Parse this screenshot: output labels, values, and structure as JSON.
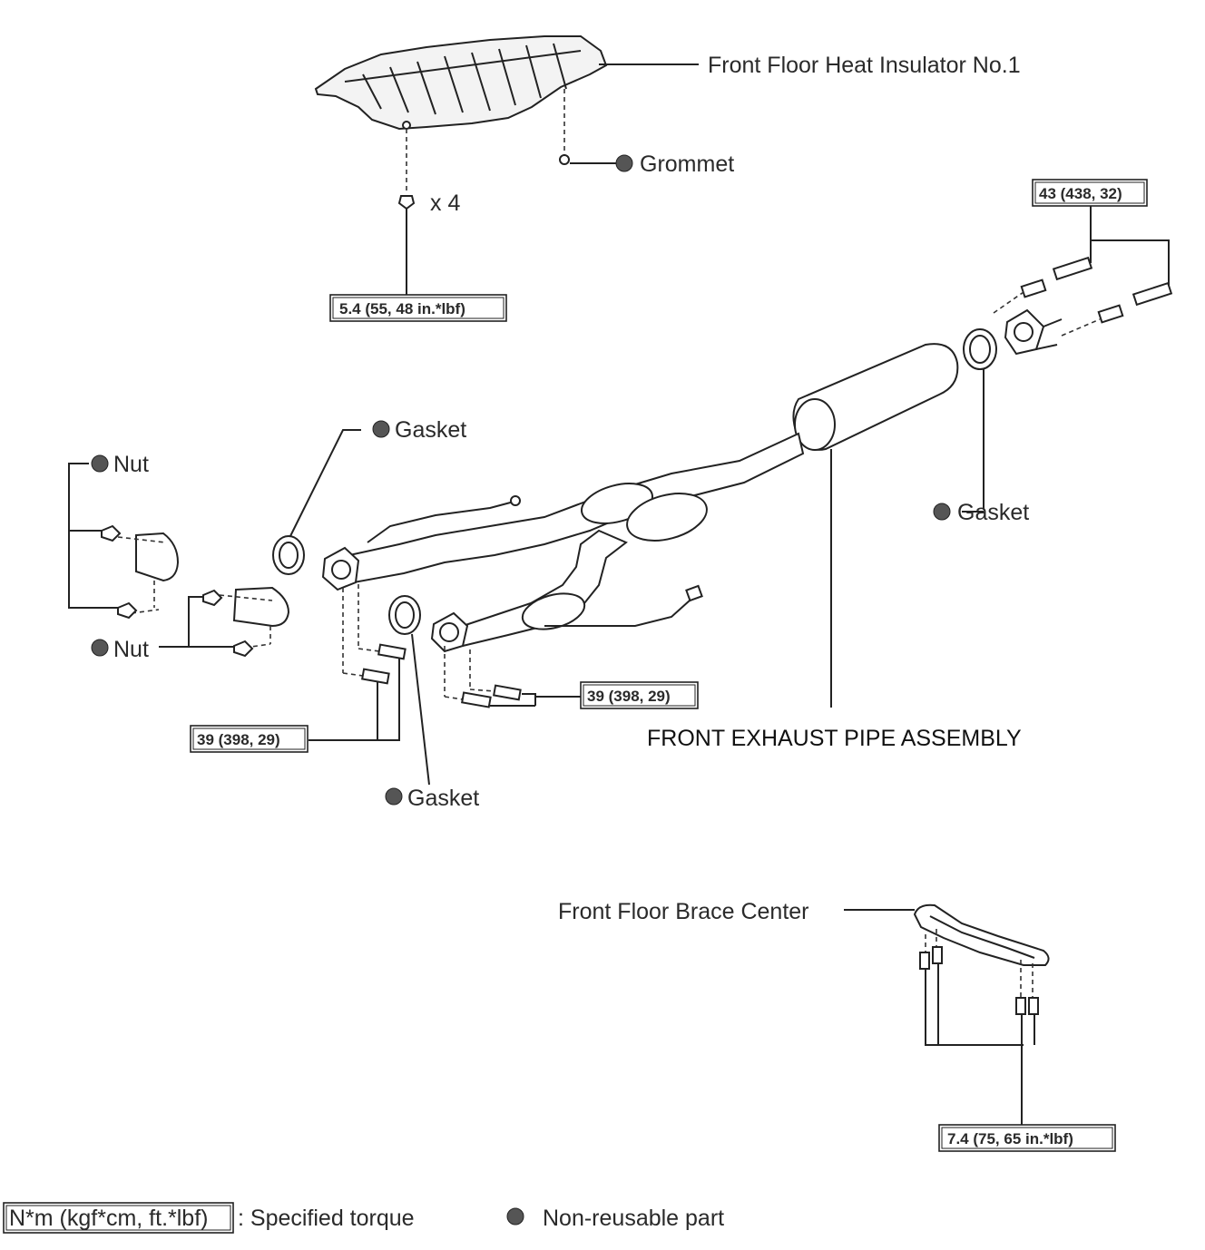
{
  "labels": {
    "heat_insulator": "Front Floor Heat Insulator No.1",
    "grommet": "Grommet",
    "x4": "x 4",
    "gasket_left": "Gasket",
    "gasket_right": "Gasket",
    "gasket_bottom": "Gasket",
    "nut_top": "Nut",
    "nut_bottom": "Nut",
    "exhaust_pipe": "FRONT EXHAUST PIPE ASSEMBLY",
    "brace_center": "Front Floor Brace Center"
  },
  "torques": {
    "insulator": "5.4 (55, 48 in.*lbf)",
    "rear_flange": "43 (438, 32)",
    "front_left": "39 (398, 29)",
    "front_right": "39 (398, 29)",
    "brace": "7.4 (75, 65 in.*lbf)"
  },
  "legend": {
    "torque_units": "N*m (kgf*cm, ft.*lbf)",
    "torque_desc": ": Specified torque",
    "nonreusable": "Non-reusable part"
  }
}
